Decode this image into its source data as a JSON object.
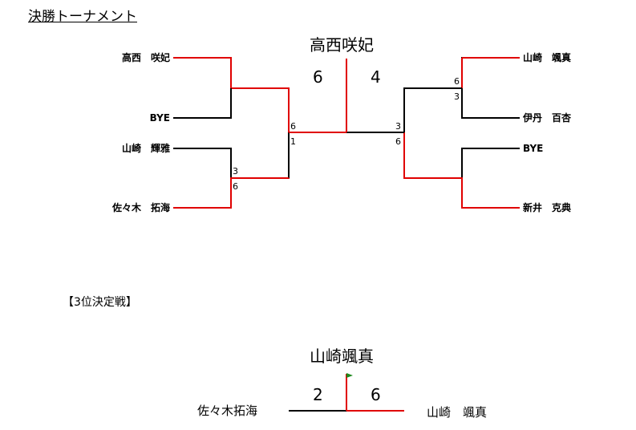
{
  "title": "決勝トーナメント",
  "final": {
    "champion": "高西咲妃",
    "score_left": "6",
    "score_right": "4"
  },
  "left_bracket": {
    "players": [
      "高西　咲妃",
      "BYE",
      "山崎　輝雅",
      "佐々木　拓海"
    ],
    "semi_scores": [
      "3",
      "6"
    ],
    "final_scores": [
      "6",
      "1"
    ]
  },
  "right_bracket": {
    "players": [
      "山崎　颯真",
      "伊丹　百杏",
      "BYE",
      "新井　克典"
    ],
    "semi_scores": [
      "6",
      "3"
    ],
    "final_scores": [
      "3",
      "6"
    ]
  },
  "third_place": {
    "section_label": "【3位決定戦】",
    "winner": "山崎颯真",
    "left_player": "佐々木拓海",
    "right_player": "山崎　颯真",
    "score_left": "2",
    "score_right": "6"
  },
  "colors": {
    "winner_line": "#e00000",
    "loser_line": "#000000",
    "flag": "#1e8a1e"
  }
}
